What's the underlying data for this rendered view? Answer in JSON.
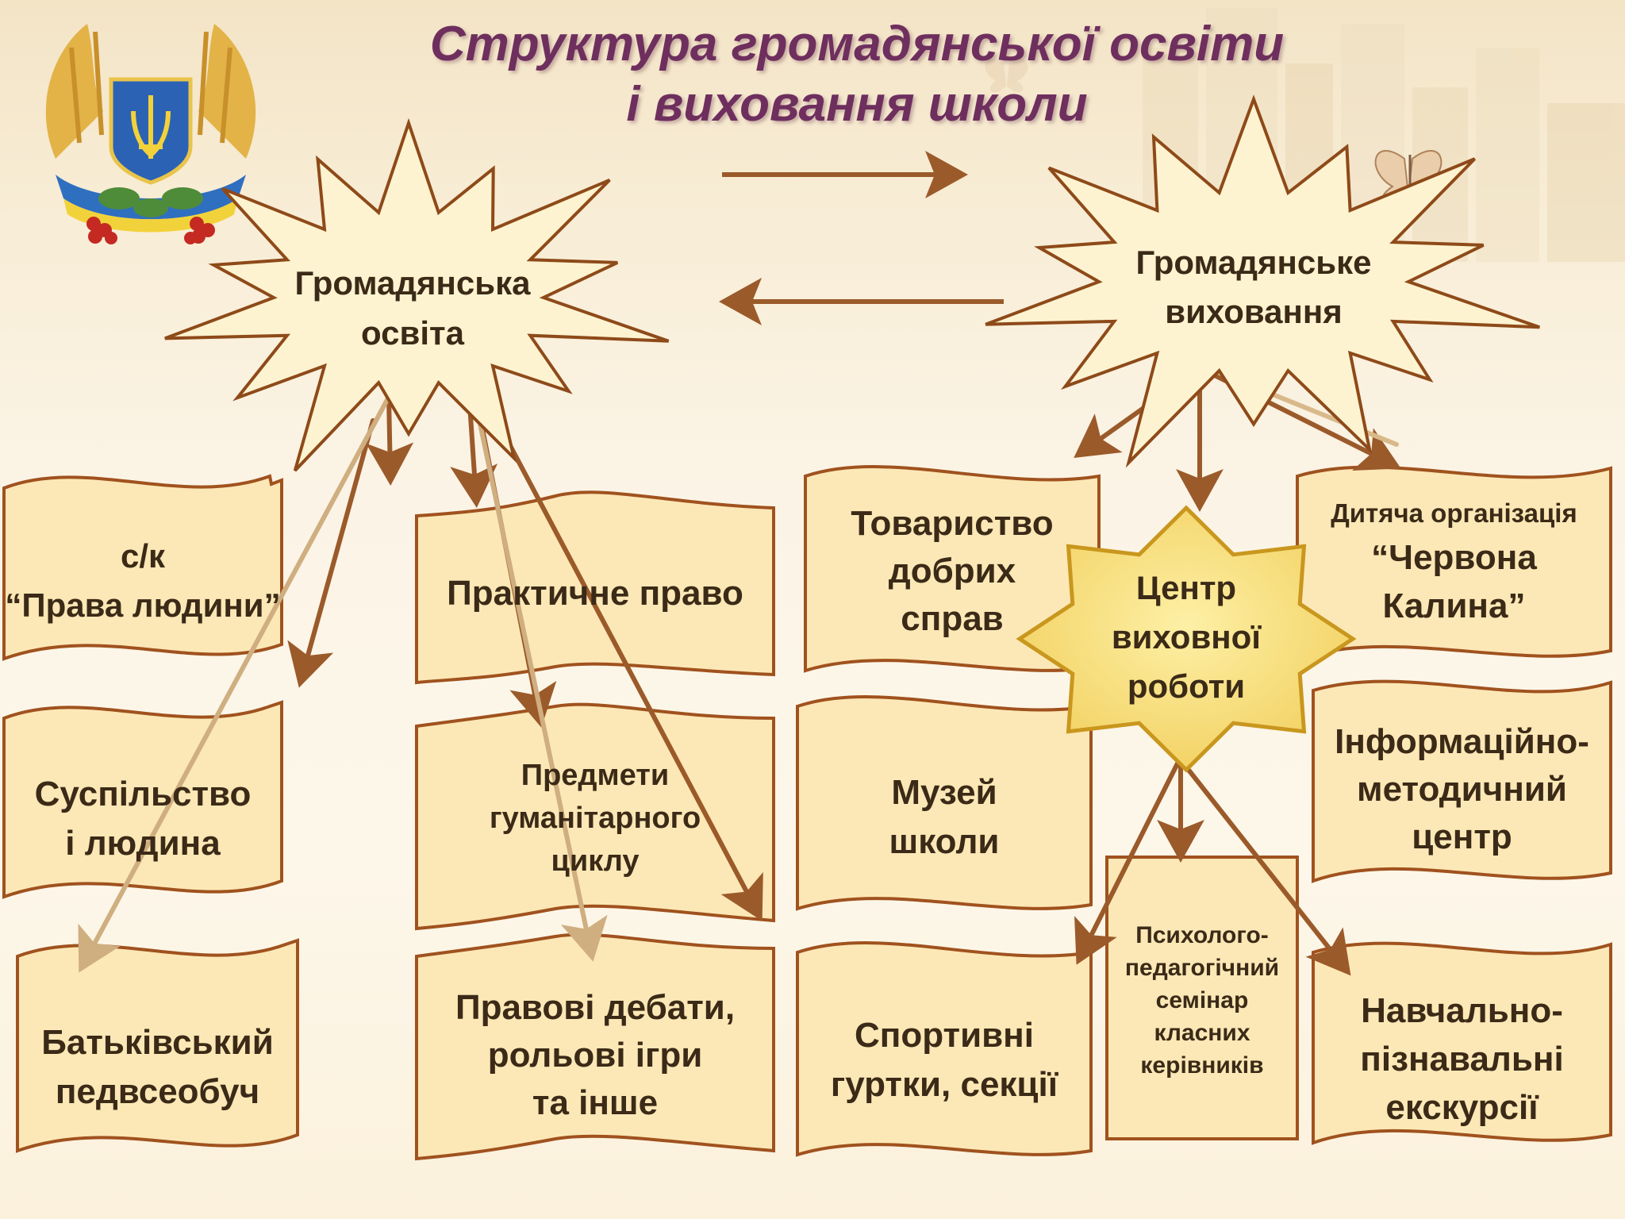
{
  "title": {
    "line1": "Структура громадянської освіти",
    "line2": "і виховання школи"
  },
  "left_hub": {
    "line1": "Громадянська",
    "line2": "освіта"
  },
  "right_hub": {
    "line1": "Громадянське",
    "line2": "виховання"
  },
  "center_hub": {
    "line1": "Центр",
    "line2": "виховної",
    "line3": "роботи"
  },
  "civic_education_items": [
    {
      "line1": "с/к",
      "line2": "“Права людини”"
    },
    {
      "line1": "Практичне право"
    },
    {
      "line1": "Суспільство",
      "line2": "і людина"
    },
    {
      "line1": "Предмети",
      "line2": "гуманітарного",
      "line3": "циклу"
    },
    {
      "line1": "Батьківський",
      "line2": "педвсеобуч"
    },
    {
      "line1": "Правові дебати,",
      "line2": "рольові ігри",
      "line3": "та інше"
    }
  ],
  "civic_upbringing_items": [
    {
      "line1": "Товариство",
      "line2": "добрих",
      "line3": "справ"
    },
    {
      "line1": "Дитяча організація",
      "line2": "“Червона",
      "line3": "Калина”"
    },
    {
      "line1": "Музей",
      "line2": "школи"
    },
    {
      "line1": "Інформаційно-",
      "line2": "методичний",
      "line3": "центр"
    },
    {
      "line1": "Спортивні",
      "line2": "гуртки, секції"
    },
    {
      "line1": "Психолого-",
      "line2": "педагогічний",
      "line3": "семінар",
      "line4": "класних",
      "line5": "керівників"
    },
    {
      "line1": "Навчально-",
      "line2": "пізнавальні",
      "line3": "екскурсії"
    }
  ],
  "colors": {
    "scroll_fill": "#fce8b6",
    "scroll_stroke": "#a0521e",
    "star_fill": "#fdf3d0",
    "star_stroke": "#8e4a19",
    "octa_fill": "#f9de7a",
    "octa_stroke": "#c9971e",
    "arrow_dark": "#9b5a2a",
    "arrow_light": "#d9b98a",
    "title": "#6e2f5e"
  },
  "icons": [
    "coat-of-arms-icon",
    "butterfly-icon"
  ]
}
